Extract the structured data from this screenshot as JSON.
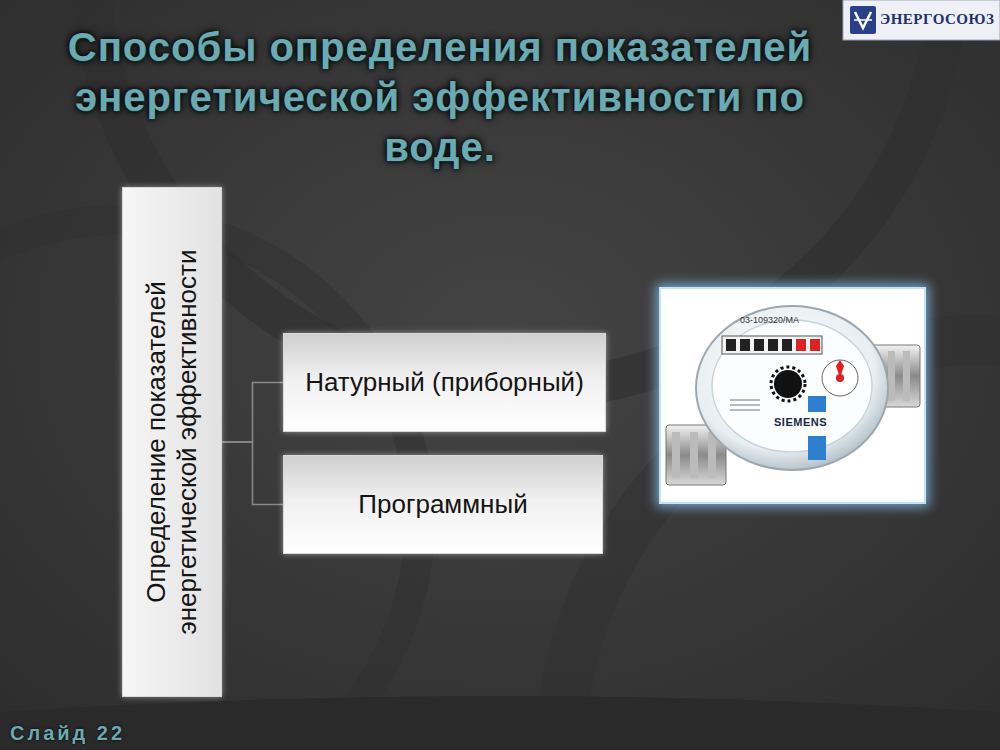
{
  "diagram": {
    "title": "Способы определения показателей энергетической эффективности по воде.",
    "nodes": [
      {
        "text": [
          "Определение показателей энергетической эффективности"
        ]
      },
      {
        "text": [
          "Натурный (приборный)"
        ]
      },
      {
        "text": [
          "Программный"
        ]
      }
    ],
    "edges": [
      {
        "from": 0,
        "to": 1,
        "arrow": "none"
      },
      {
        "from": 0,
        "to": 2,
        "arrow": "none"
      }
    ],
    "labels": [
      "ЭНЕРГОСОЮЗ",
      "Слайд 22",
      "03-109320/MA",
      "SIEMENS"
    ]
  }
}
